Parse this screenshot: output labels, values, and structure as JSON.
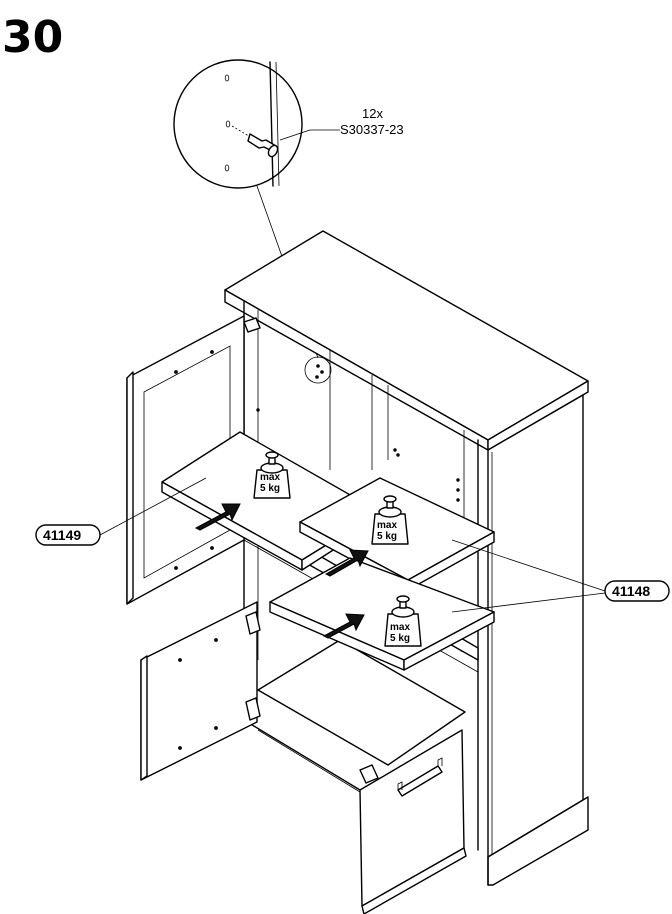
{
  "step": {
    "number": "30"
  },
  "hardware": {
    "quantity": "12x",
    "code": "S30337-23"
  },
  "parts": {
    "left_shelf": "41149",
    "right_shelves": "41148"
  },
  "weight_limit": {
    "line1": "max",
    "line2": "5 kg"
  },
  "colors": {
    "ink": "#000000",
    "paper": "#ffffff",
    "arrow": "#111111"
  },
  "icons": [
    "shelf-pin-icon",
    "weight-icon",
    "insert-arrow-icon"
  ]
}
